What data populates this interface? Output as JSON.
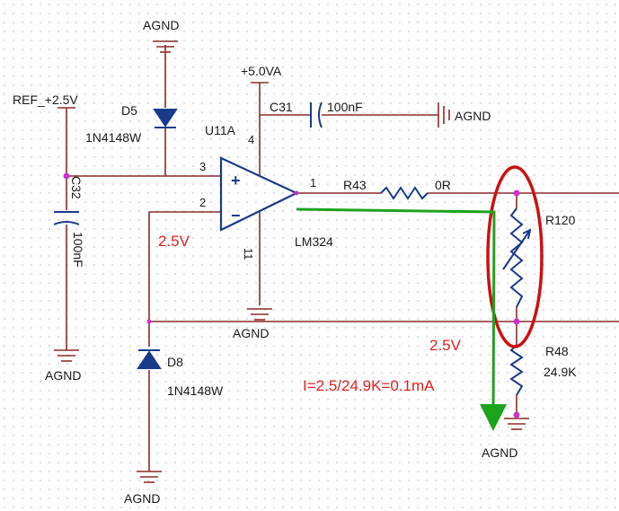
{
  "colors": {
    "wire": "#8b2b2b",
    "component": "#1a3a8a",
    "node": "#cc33cc",
    "annotation": "#e02020",
    "current_path": "#1ea31e",
    "highlight": "#cc1111",
    "grid_dot": "#c8c8c8"
  },
  "labels": {
    "agnd_top": "AGND",
    "ref_net": "REF_+2.5V",
    "d5_ref": "D5",
    "d5_value": "1N4148W",
    "u11a_ref": "U11A",
    "pin_4": "4",
    "supply_net": "+5.0VA",
    "c31_ref": "C31",
    "c31_value": "100nF",
    "agnd_c31": "AGND",
    "c32_ref": "C32",
    "c32_value": "100nF",
    "pin_3": "3",
    "pin_2": "2",
    "pin_1": "1",
    "pin_11": "11",
    "plus_sign": "+",
    "minus_sign": "−",
    "r43_ref": "R43",
    "r43_value": "0R",
    "r120_ref": "R120",
    "r48_ref": "R48",
    "r48_value": "24.9K",
    "opamp_part": "LM324",
    "agnd_opamp": "AGND",
    "agnd_c32": "AGND",
    "d8_ref": "D8",
    "d8_value": "1N4148W",
    "agnd_d8": "AGND",
    "agnd_r48": "AGND"
  },
  "annotations": {
    "voltage_inverting": "2.5V",
    "voltage_r48": "2.5V",
    "current_formula": "I=2.5/24.9K=0.1mA"
  }
}
